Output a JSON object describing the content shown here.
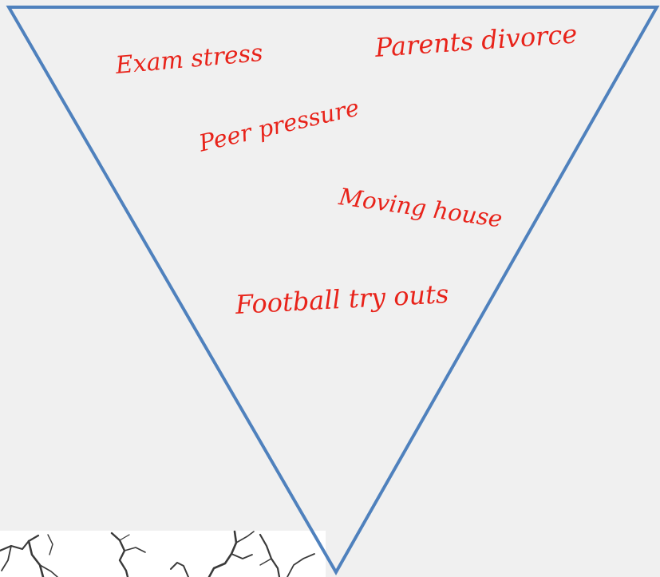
{
  "colors": {
    "background": "#f0f0f0",
    "triangle_outline": "#4f81bd",
    "handwriting": "#e8231a",
    "crack": "#3a3a3a"
  },
  "diagram": {
    "shape": "inverted-triangle",
    "labels": {
      "exam_stress": "Exam stress",
      "parents_divorce": "Parents divorce",
      "peer_pressure": "Peer pressure",
      "moving_house": "Moving house",
      "football_try_outs": "Football try outs"
    }
  },
  "image": {
    "subject": "cracked-surface"
  }
}
